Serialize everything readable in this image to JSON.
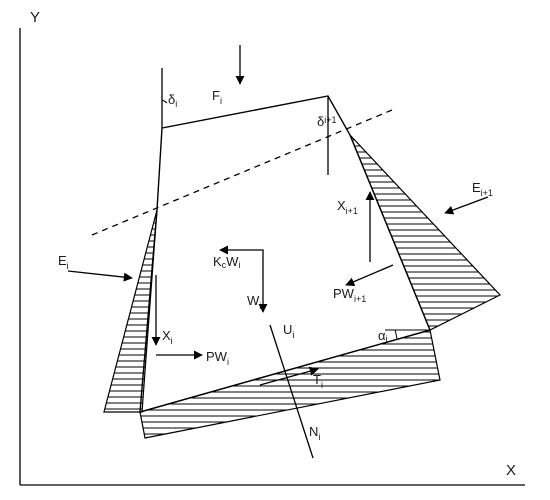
{
  "axes": {
    "x_label": "X",
    "y_label": "Y"
  },
  "labels": {
    "F": {
      "main": "F",
      "sub": "i"
    },
    "delta_i": {
      "main": "δ",
      "sub": "i"
    },
    "delta_i1": {
      "main": "δ",
      "sub": "i+1"
    },
    "E_i": {
      "main": "E",
      "sub": "i"
    },
    "E_i1": {
      "main": "E",
      "sub": "i+1"
    },
    "X_i": {
      "main": "X",
      "sub": "i"
    },
    "X_i1": {
      "main": "X",
      "sub": "i+1"
    },
    "KcW": {
      "main": "K",
      "sub": "c",
      "tail": "W",
      "sub2": "i"
    },
    "W": {
      "main": "W",
      "sub": "i"
    },
    "PW_i": {
      "main": "PW",
      "sub": "i"
    },
    "PW_i1": {
      "main": "PW",
      "sub": "i+1"
    },
    "U": {
      "main": "U",
      "sub": "i"
    },
    "T": {
      "main": "T",
      "sub": "i"
    },
    "N": {
      "main": "N",
      "sub": "i"
    },
    "alpha": {
      "main": "α",
      "sub": "i"
    }
  },
  "colors": {
    "line": "#000000",
    "background": "#ffffff"
  }
}
